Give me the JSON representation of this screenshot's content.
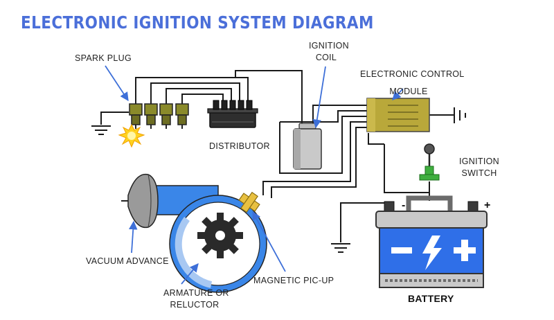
{
  "title": "ELECTRONIC IGNITION SYSTEM DIAGRAM",
  "colors": {
    "title": "#4b6fd9",
    "battery_blue": "#2f6fe8",
    "module_olive": "#b9a83a",
    "plug_olive": "#8a8a2a",
    "pickup_yellow": "#e8c040",
    "switch_green": "#3fae3f",
    "reluctor_dark": "#2a2a2a",
    "housing_blue": "#3a86e8"
  },
  "labels": {
    "spark_plug": "SPARK PLUG",
    "ignition_coil_1": "IGNITION",
    "ignition_coil_2": "COIL",
    "ecm_1": "ELECTRONIC CONTROL",
    "ecm_2": "MODULE",
    "distributor": "DISTRIBUTOR",
    "ignition_switch_1": "IGNITION",
    "ignition_switch_2": "SWITCH",
    "vacuum_advance": "VACUUM ADVANCE",
    "armature_1": "ARMATURE OR",
    "armature_2": "RELUCTOR",
    "magnetic_pickup": "MAGNETIC PIC-UP",
    "battery": "BATTERY",
    "battery_minus": "-",
    "battery_plus": "+"
  },
  "icons": [
    "spark-flash-icon",
    "lightning-bolt-icon",
    "ground-symbol-icon",
    "minus-sign-icon",
    "plus-sign-icon"
  ]
}
